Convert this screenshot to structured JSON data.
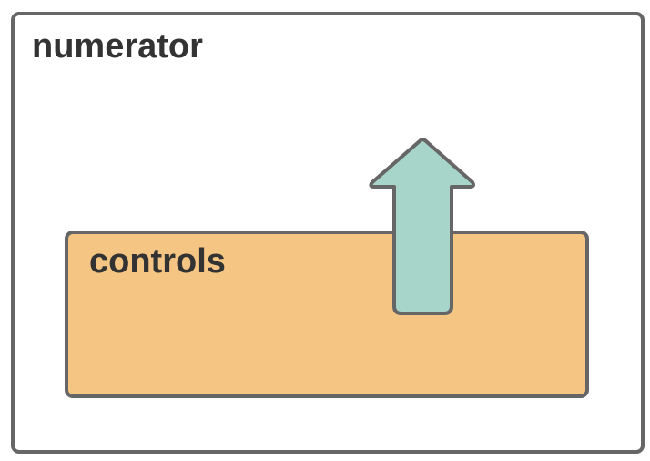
{
  "diagram": {
    "outer": {
      "label": "numerator",
      "fill": "#ffffff",
      "stroke": "#666666"
    },
    "inner": {
      "label": "controls",
      "fill": "#f5c584",
      "stroke": "#666666"
    },
    "arrow": {
      "direction": "up",
      "fill": "#a8d5ca",
      "stroke": "#666666"
    }
  }
}
